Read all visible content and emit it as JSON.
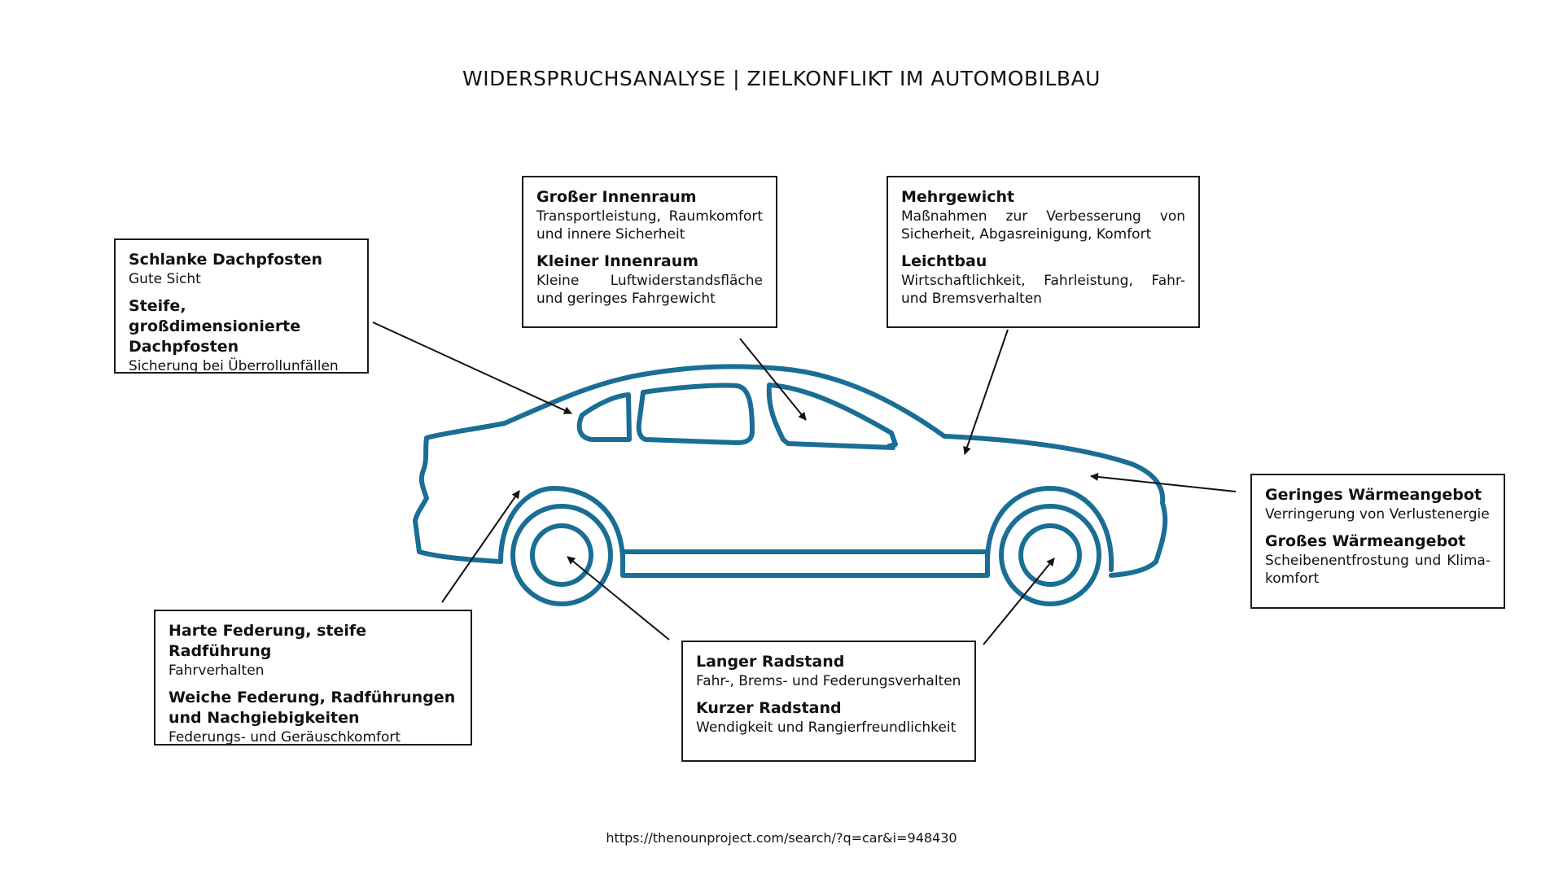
{
  "title": "WIDERSPRUCHSANALYSE | ZIELKONFLIKT IM AUTOMOBILBAU",
  "colors": {
    "car_outline": "#1a6e95",
    "box_border": "#1c1c1c",
    "arrow": "#111111"
  },
  "boxes": {
    "pillars": {
      "h1": "Schlanke Dachpfosten",
      "t1": "Gute Sicht",
      "h2": "Steife, großdimensionierte Dachpfosten",
      "t2": "Sicherung bei Überrollunfällen"
    },
    "interior": {
      "h1": "Großer Innenraum",
      "t1": "Transportleistung, Raumkomfort und innere Sicherheit",
      "h2": "Kleiner Innenraum",
      "t2": "Kleine Luftwiderstandsfläche und geringes Fahrgewicht"
    },
    "weight": {
      "h1": "Mehrgewicht",
      "t1": "Maßnahmen zur Verbesserung von Sicherheit, Abgasreinigung, Komfort",
      "h2": "Leichtbau",
      "t2": "Wirtschaftlichkeit, Fahrleistung, Fahr- und Bremsverhalten"
    },
    "heat": {
      "h1": "Geringes Wärmeangebot",
      "t1": "Verringerung von Verlustenergie",
      "h2": "Großes Wärmeangebot",
      "t2": "Scheibenentfrostung und Klima-komfort"
    },
    "suspension": {
      "h1": "Harte Federung, steife Radführung",
      "t1": "Fahrverhalten",
      "h2": "Weiche Federung, Radführungen und Nachgiebigkeiten",
      "t2": "Federungs- und Geräuschkomfort"
    },
    "wheelbase": {
      "h1": "Langer Radstand",
      "t1": "Fahr-, Brems- und Federungsverhalten",
      "h2": "Kurzer Radstand",
      "t2": "Wendigkeit und Rangierfreundlichkeit"
    }
  },
  "source": "https://thenounproject.com/search/?q=car&i=948430"
}
